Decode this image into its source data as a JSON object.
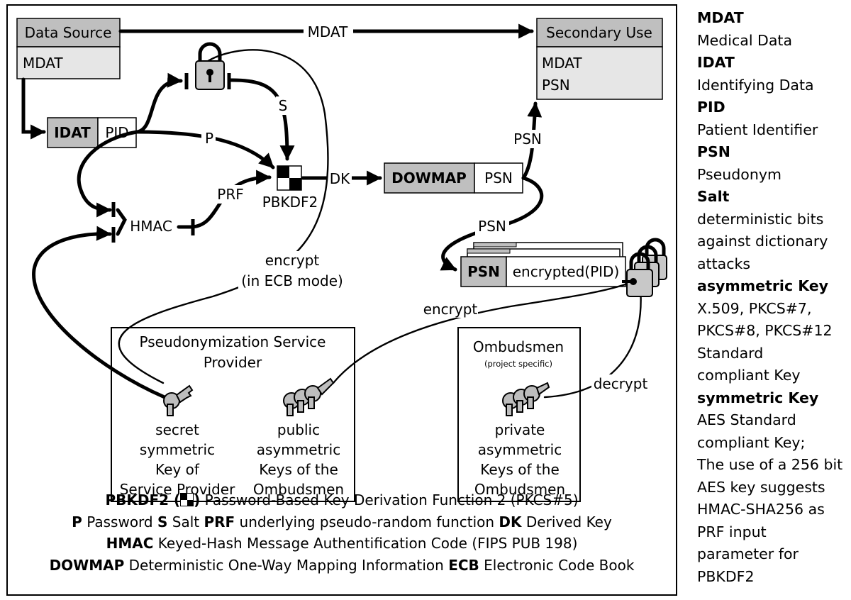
{
  "boxes": {
    "data_source": {
      "title": "Data Source",
      "field": "MDAT"
    },
    "secondary_use": {
      "title": "Secondary Use",
      "field1": "MDAT",
      "field2": "PSN"
    },
    "idat": {
      "left": "IDAT",
      "right": "PID"
    },
    "dowmap": {
      "left": "DOWMAP",
      "right": "PSN"
    },
    "psn_record": {
      "left": "PSN",
      "right": "encrypted(PID)"
    },
    "service_provider": {
      "title_line1": "Pseudonymization Service",
      "title_line2": "Provider"
    },
    "ombudsmen": {
      "title": "Ombudsmen",
      "subtitle": "(project specific)"
    }
  },
  "edge_labels": {
    "mdat": "MDAT",
    "s": "S",
    "p": "P",
    "prf": "PRF",
    "dk": "DK",
    "hmac": "HMAC",
    "pbkdf2": "PBKDF2",
    "psn_upper": "PSN",
    "psn_lower": "PSN",
    "encrypt_ecb_line1": "encrypt",
    "encrypt_ecb_line2": "(in ECB mode)",
    "encrypt": "encrypt",
    "decrypt": "decrypt"
  },
  "keys": {
    "secret": [
      "secret",
      "symmetric",
      "Key of",
      "Service Provider"
    ],
    "public": [
      "public",
      "asymmetric",
      "Keys of the",
      "Ombudsmen"
    ],
    "private": [
      "private",
      "asymmetric",
      "Keys of the",
      "Ombudsmen"
    ]
  },
  "footer": {
    "l1_b": "PBKDF2 (",
    "l1_b2": ")",
    "l1": " Password-Based Key Derivation Function 2 (PKCS#5)",
    "l2_b1": "P",
    "l2_t1": " Password ",
    "l2_b2": "S",
    "l2_t2": " Salt ",
    "l2_b3": "PRF",
    "l2_t3": " underlying pseudo-random function ",
    "l2_b4": "DK",
    "l2_t4": " Derived Key",
    "l3_b": "HMAC",
    "l3_t": " Keyed-Hash Message Authentification Code (FIPS PUB 198)",
    "l4_b1": "DOWMAP",
    "l4_t1": " Deterministic One-Way Mapping Information ",
    "l4_b2": "ECB",
    "l4_t2": " Electronic Code Book"
  },
  "legend": [
    {
      "term": "MDAT",
      "lines": [
        "Medical Data"
      ]
    },
    {
      "term": "IDAT",
      "lines": [
        "Identifying Data"
      ]
    },
    {
      "term": "PID",
      "lines": [
        "Patient Identifier"
      ]
    },
    {
      "term": "PSN",
      "lines": [
        "Pseudonym"
      ]
    },
    {
      "term": "Salt",
      "lines": [
        "deterministic bits",
        "against dictionary",
        "attacks"
      ]
    },
    {
      "term": "asymmetric Key",
      "lines": [
        "X.509, PKCS#7,",
        "PKCS#8, PKCS#12",
        "Standard",
        "compliant Key"
      ]
    },
    {
      "term": "symmetric Key",
      "lines": [
        "AES Standard",
        "compliant Key;",
        "The use of a 256 bit",
        "AES key suggests",
        "HMAC-SHA256 as",
        "PRF input",
        "parameter for",
        "PBKDF2"
      ]
    }
  ],
  "colors": {
    "box_header": "#bfbfbf",
    "box_body": "#e6e6e6",
    "key_gray": "#bdbdbd",
    "line": "#000000"
  }
}
